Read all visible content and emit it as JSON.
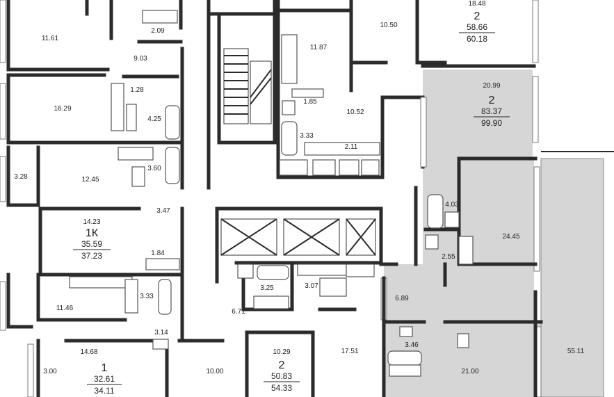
{
  "colors": {
    "highlight": "#d6d6d6",
    "wall": "#2b2b2b",
    "background": "#ffffff"
  },
  "rooms": [
    {
      "id": "r1",
      "text": "11.61"
    },
    {
      "id": "r2",
      "text": "2.09"
    },
    {
      "id": "r3",
      "text": "9.03"
    },
    {
      "id": "r4",
      "text": "16.29"
    },
    {
      "id": "r5",
      "text": "1.28"
    },
    {
      "id": "r6",
      "text": "4.25"
    },
    {
      "id": "r7",
      "text": "3.28"
    },
    {
      "id": "r8",
      "text": "12.45"
    },
    {
      "id": "r9",
      "text": "3.60"
    },
    {
      "id": "r10",
      "text": "3.47"
    },
    {
      "id": "r11",
      "text": "1.84"
    },
    {
      "id": "r12",
      "text": "11.46"
    },
    {
      "id": "r13",
      "text": "3.33"
    },
    {
      "id": "r14",
      "text": "3.14"
    },
    {
      "id": "r15",
      "text": "14.68"
    },
    {
      "id": "r16",
      "text": "3.00"
    },
    {
      "id": "r17",
      "text": "10.00"
    },
    {
      "id": "r18",
      "text": "11.87"
    },
    {
      "id": "r19",
      "text": "1.85"
    },
    {
      "id": "r20",
      "text": "10.52"
    },
    {
      "id": "r21",
      "text": "3.33"
    },
    {
      "id": "r22",
      "text": "2.11"
    },
    {
      "id": "r23",
      "text": "10.50"
    },
    {
      "id": "r24",
      "text": "3.25"
    },
    {
      "id": "r25",
      "text": "3.07"
    },
    {
      "id": "r26",
      "text": "6.71"
    },
    {
      "id": "r27",
      "text": "10.29"
    },
    {
      "id": "r28",
      "text": "17.51"
    },
    {
      "id": "r29",
      "text": "20.99"
    },
    {
      "id": "r30",
      "text": "4.03"
    },
    {
      "id": "r31",
      "text": "24.45"
    },
    {
      "id": "r32",
      "text": "2.55"
    },
    {
      "id": "r33",
      "text": "6.89"
    },
    {
      "id": "r34",
      "text": "3.46"
    },
    {
      "id": "r35",
      "text": "21.00"
    },
    {
      "id": "r36",
      "text": "55.11"
    },
    {
      "id": "r37",
      "text": "14.23"
    },
    {
      "id": "r38",
      "text": "18.48"
    }
  ],
  "apartments": [
    {
      "id": "a1",
      "rooms": "1К",
      "living": "35.59",
      "total": "37.23"
    },
    {
      "id": "a2",
      "rooms": "1",
      "living": "32.61",
      "total": "34.11"
    },
    {
      "id": "a3",
      "rooms": "2",
      "living": "50.83",
      "total": "54.33"
    },
    {
      "id": "a4",
      "rooms": "2",
      "living": "83.37",
      "total": "99.90"
    },
    {
      "id": "a5",
      "rooms": "2",
      "living": "58.66",
      "total": "60.18"
    }
  ]
}
